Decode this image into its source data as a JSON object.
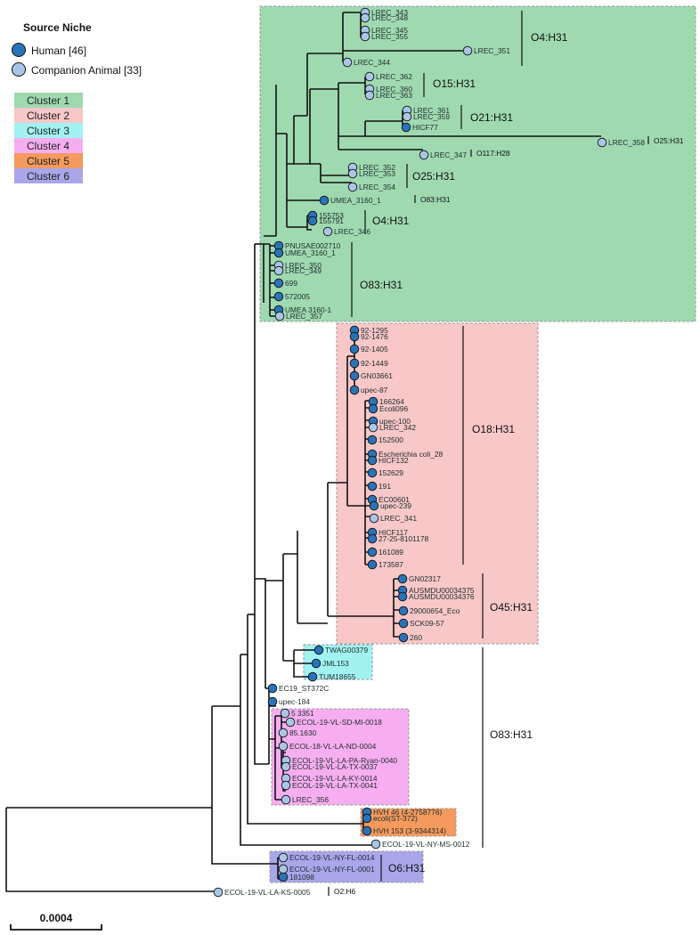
{
  "legend": {
    "title": "Source Niche",
    "niches": [
      {
        "label": "Human [46]",
        "color": "#2a73b8"
      },
      {
        "label": "Companion Animal [33]",
        "color": "#a9c6e6"
      }
    ],
    "clusters": [
      {
        "label": "Cluster 1",
        "color": "#9fd9b0"
      },
      {
        "label": "Cluster 2",
        "color": "#f8c7c7"
      },
      {
        "label": "Cluster 3",
        "color": "#a3f2f2"
      },
      {
        "label": "Cluster 4",
        "color": "#f6aef0"
      },
      {
        "label": "Cluster 5",
        "color": "#f49a5e"
      },
      {
        "label": "Cluster 6",
        "color": "#a9a6ea"
      }
    ]
  },
  "scale_bar": {
    "label": "0.0004"
  },
  "leaves": [
    {
      "label": "LREC_343",
      "source": "animal"
    },
    {
      "label": "LREC_348",
      "source": "animal"
    },
    {
      "label": "LREC_345",
      "source": "animal"
    },
    {
      "label": "LREC_355",
      "source": "animal"
    },
    {
      "label": "LREC_351",
      "source": "animal"
    },
    {
      "label": "LREC_344",
      "source": "animal"
    },
    {
      "label": "LREC_362",
      "source": "animal"
    },
    {
      "label": "LREC_360",
      "source": "animal"
    },
    {
      "label": "LREC_363",
      "source": "animal"
    },
    {
      "label": "LREC_361",
      "source": "animal"
    },
    {
      "label": "LREC_359",
      "source": "animal"
    },
    {
      "label": "HICF77",
      "source": "human"
    },
    {
      "label": "LREC_358",
      "source": "animal"
    },
    {
      "label": "LREC_347",
      "source": "animal"
    },
    {
      "label": "LREC_352",
      "source": "animal"
    },
    {
      "label": "LREC_353",
      "source": "animal"
    },
    {
      "label": "LREC_354",
      "source": "animal"
    },
    {
      "label": "UMEA_3160_1",
      "source": "human"
    },
    {
      "label": "155753",
      "source": "human"
    },
    {
      "label": "155791",
      "source": "human"
    },
    {
      "label": "LREC_346",
      "source": "animal"
    },
    {
      "label": "PNUSAE002710",
      "source": "human"
    },
    {
      "label": "UMEA_3160_1",
      "source": "human"
    },
    {
      "label": "LREC_350",
      "source": "animal"
    },
    {
      "label": "LREC_349",
      "source": "animal"
    },
    {
      "label": "699",
      "source": "human"
    },
    {
      "label": "572005",
      "source": "human"
    },
    {
      "label": "UMEA 3160-1",
      "source": "human"
    },
    {
      "label": "LREC_357",
      "source": "animal"
    },
    {
      "label": "92-1295",
      "source": "human"
    },
    {
      "label": "92-1476",
      "source": "human"
    },
    {
      "label": "92-1405",
      "source": "human"
    },
    {
      "label": "92-1449",
      "source": "human"
    },
    {
      "label": "GN03661",
      "source": "human"
    },
    {
      "label": "upec-87",
      "source": "human"
    },
    {
      "label": "166264",
      "source": "human"
    },
    {
      "label": "Ecoli096",
      "source": "human"
    },
    {
      "label": "upec-100",
      "source": "human"
    },
    {
      "label": "LREC_342",
      "source": "animal"
    },
    {
      "label": "152500",
      "source": "human"
    },
    {
      "label": "Escherichia coli_28",
      "source": "human"
    },
    {
      "label": "HICF132",
      "source": "human"
    },
    {
      "label": "152629",
      "source": "human"
    },
    {
      "label": "191",
      "source": "human"
    },
    {
      "label": "EC00601",
      "source": "human"
    },
    {
      "label": "upec-239",
      "source": "human"
    },
    {
      "label": "LREC_341",
      "source": "animal"
    },
    {
      "label": "HICF117",
      "source": "human"
    },
    {
      "label": "27-25-8101178",
      "source": "human"
    },
    {
      "label": "161089",
      "source": "human"
    },
    {
      "label": "173587",
      "source": "human"
    },
    {
      "label": "GN02317",
      "source": "human"
    },
    {
      "label": "AUSMDU00034375",
      "source": "human"
    },
    {
      "label": "AUSMDU00034376",
      "source": "human"
    },
    {
      "label": "29000654_Eco",
      "source": "human"
    },
    {
      "label": "SCK09-57",
      "source": "human"
    },
    {
      "label": "260",
      "source": "human"
    },
    {
      "label": "TWAG00379",
      "source": "human"
    },
    {
      "label": "JML153",
      "source": "human"
    },
    {
      "label": "TUM18655",
      "source": "human"
    },
    {
      "label": "EC19_ST372C",
      "source": "human"
    },
    {
      "label": "upec-184",
      "source": "human"
    },
    {
      "label": "5 3351",
      "source": "animal"
    },
    {
      "label": "ECOL-19-VL-SD-MI-0018",
      "source": "animal"
    },
    {
      "label": "85.1630",
      "source": "animal"
    },
    {
      "label": "ECOL-18-VL-LA-ND-0004",
      "source": "animal"
    },
    {
      "label": "ECOL-19-VL-LA-PA-Ryan-0040",
      "source": "animal"
    },
    {
      "label": "ECOL-19-VL-LA-TX-0037",
      "source": "animal"
    },
    {
      "label": "ECOL-19-VL-LA-KY-0014",
      "source": "animal"
    },
    {
      "label": "ECOL-19-VL-LA-TX-0041",
      "source": "animal"
    },
    {
      "label": "LREC_356",
      "source": "animal"
    },
    {
      "label": "HVH 46 (4-2758776)",
      "source": "human"
    },
    {
      "label": "ecoli(ST-372)",
      "source": "human"
    },
    {
      "label": "HVH 153 (3-9344314)",
      "source": "human"
    },
    {
      "label": "ECOL-19-VL-NY-MS-0012",
      "source": "animal"
    },
    {
      "label": "ECOL-19-VL-NY-FL-0014",
      "source": "animal"
    },
    {
      "label": "ECOL-19-VL-NY-FL-0001",
      "source": "animal"
    },
    {
      "label": "181098",
      "source": "human"
    },
    {
      "label": "ECOL-19-VL-LA-KS-0005",
      "source": "animal"
    }
  ],
  "serotypes": [
    "O4:H31",
    "O15:H31",
    "O21:H31",
    "O117:H28",
    "O25:H31",
    "O25:H31",
    "O83:H31",
    "O4:H31",
    "O83:H31",
    "O18:H31",
    "O45:H31",
    "O83:H31",
    "O6:H31",
    "O2:H6"
  ]
}
